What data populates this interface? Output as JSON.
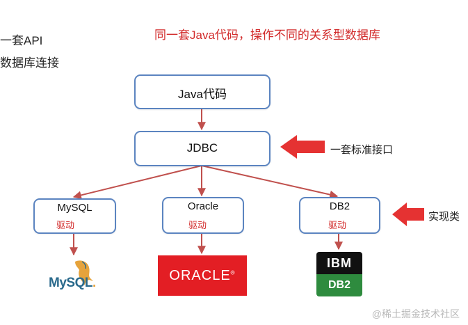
{
  "side_notes": [
    "一套API",
    "数据库连接"
  ],
  "headline": "同一套Java代码，操作不同的关系型数据库",
  "nodes": {
    "java": {
      "title": "Java代码"
    },
    "jdbc": {
      "title": "JDBC"
    },
    "mysql": {
      "title": "MySQL",
      "sub": "驱动"
    },
    "oracle": {
      "title": "Oracle",
      "sub": "驱动"
    },
    "db2": {
      "title": "DB2",
      "sub": "驱动"
    }
  },
  "callouts": {
    "jdbc": "一套标准接口",
    "drivers": "实现类"
  },
  "logos": {
    "mysql": {
      "text": "MySQL",
      "suffix": "."
    },
    "oracle": {
      "text": "ORACLE",
      "suffix": "®"
    },
    "db2": {
      "top": "IBM",
      "bottom": "DB2"
    }
  },
  "watermark": "@稀土掘金技术社区",
  "colors": {
    "accent_red": "#e53232",
    "box_border": "#5b84c0",
    "connector": "#c0504d",
    "oracle_red": "#e31e24",
    "db2_green": "#2e8b3e"
  }
}
